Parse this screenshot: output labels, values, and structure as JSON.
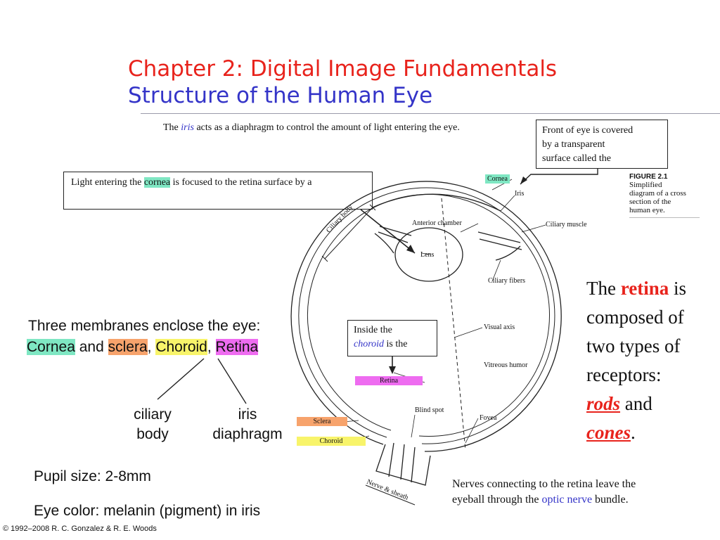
{
  "header": {
    "title": "Chapter 2: Digital Image Fundamentals",
    "subtitle": "Structure of the Human Eye"
  },
  "iris_note": {
    "pre": "The ",
    "iris": "iris",
    "post": " acts as a diaphragm to control the amount of light entering the eye."
  },
  "cornea_box": {
    "line1": "Front of eye is covered",
    "line2": "by a transparent",
    "line3": "surface called the"
  },
  "light_box": {
    "pre": "Light entering the ",
    "cornea": "cornea",
    "post": " is focused to the retina surface by a"
  },
  "figure_caption": {
    "label": "FIGURE 2.1",
    "line1": "Simplified",
    "line2": "diagram of a cross",
    "line3": "section of the",
    "line4": "human eye."
  },
  "diagram_labels": {
    "cornea": "Cornea",
    "iris": "Iris",
    "ciliary_muscle": "Ciliary muscle",
    "ciliary_body": "Ciliary body",
    "anterior_chamber": "Anterior chamber",
    "lens": "Lens",
    "ciliary_fibers": "Ciliary fibers",
    "visual_axis": "Visual axis",
    "vitreous_humor": "Vitreous humor",
    "retina": "Retina",
    "sclera": "Sclera",
    "choroid": "Choroid",
    "blind_spot": "Blind spot",
    "fovea": "Fovea",
    "nerve_sheath": "Nerve & sheath"
  },
  "choroid_box": {
    "line1": "Inside the",
    "choroid": "choroid",
    "post": " is the"
  },
  "membranes": {
    "heading": "Three membranes enclose the eye:",
    "cornea": "Cornea",
    "and": " and ",
    "sclera": "sclera",
    "comma1": ", ",
    "choroid": "Choroid",
    "comma2": ", ",
    "retina": "Retina",
    "ciliary1": "ciliary",
    "ciliary2": "body",
    "iris1": "iris",
    "iris2": "diaphragm"
  },
  "pupil": "Pupil size: 2-8mm",
  "eye_color": "Eye color: melanin (pigment) in iris",
  "retina_text": {
    "l1a": "The ",
    "l1b": "retina",
    "l1c": " is",
    "l2": "composed of",
    "l3": "two types of",
    "l4": "receptors:",
    "l5a": "rods",
    "l5b": " and",
    "l6a": "cones",
    "l6b": "."
  },
  "nerves": {
    "line1": "Nerves connecting to the retina leave the",
    "pre2": "eyeball through the ",
    "optic": "optic nerve",
    "post2": " bundle."
  },
  "footer": "© 1992–2008  R. C. Gonzalez & R. E. Woods"
}
